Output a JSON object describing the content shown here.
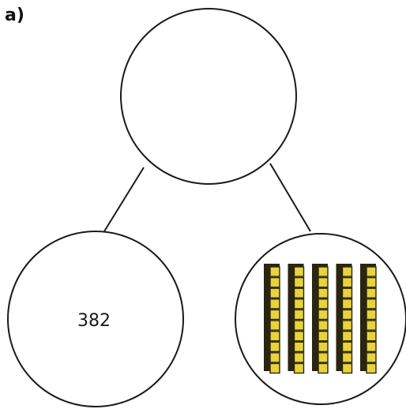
{
  "question": {
    "part_label": "a)"
  },
  "part_whole_model": {
    "whole": {
      "value": ""
    },
    "left_part": {
      "value": "382"
    },
    "right_part": {
      "representation": "base-ten blocks",
      "ten_rods": 5,
      "rod_color": "#e8d33a",
      "rod_shadow_color": "#2a2410"
    }
  }
}
